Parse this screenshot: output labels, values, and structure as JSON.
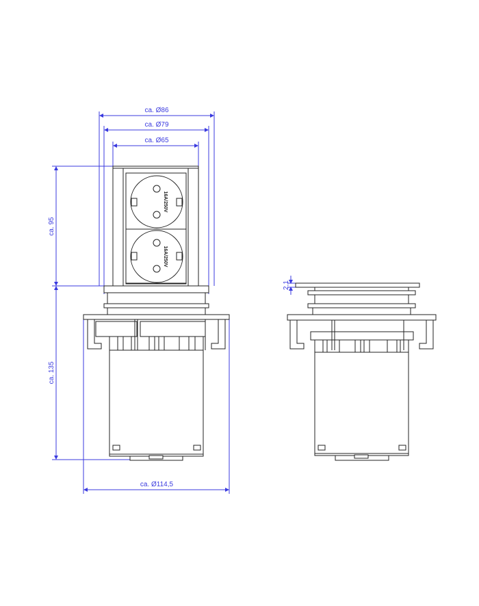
{
  "dimensions": {
    "outer_diameter": "ca. Ø86",
    "middle_diameter": "ca. Ø79",
    "inner_diameter": "ca. Ø65",
    "visible_height": "ca. 95",
    "installation_depth": "ca. 135",
    "flange_diameter": "ca. Ø114,5",
    "lid_thickness": "2,1"
  },
  "sockets": [
    {
      "rating": "16A/250V"
    },
    {
      "rating": "16A/250V"
    }
  ],
  "colors": {
    "dimension_lines": "#3a3adf",
    "drawing_lines": "#222222"
  }
}
